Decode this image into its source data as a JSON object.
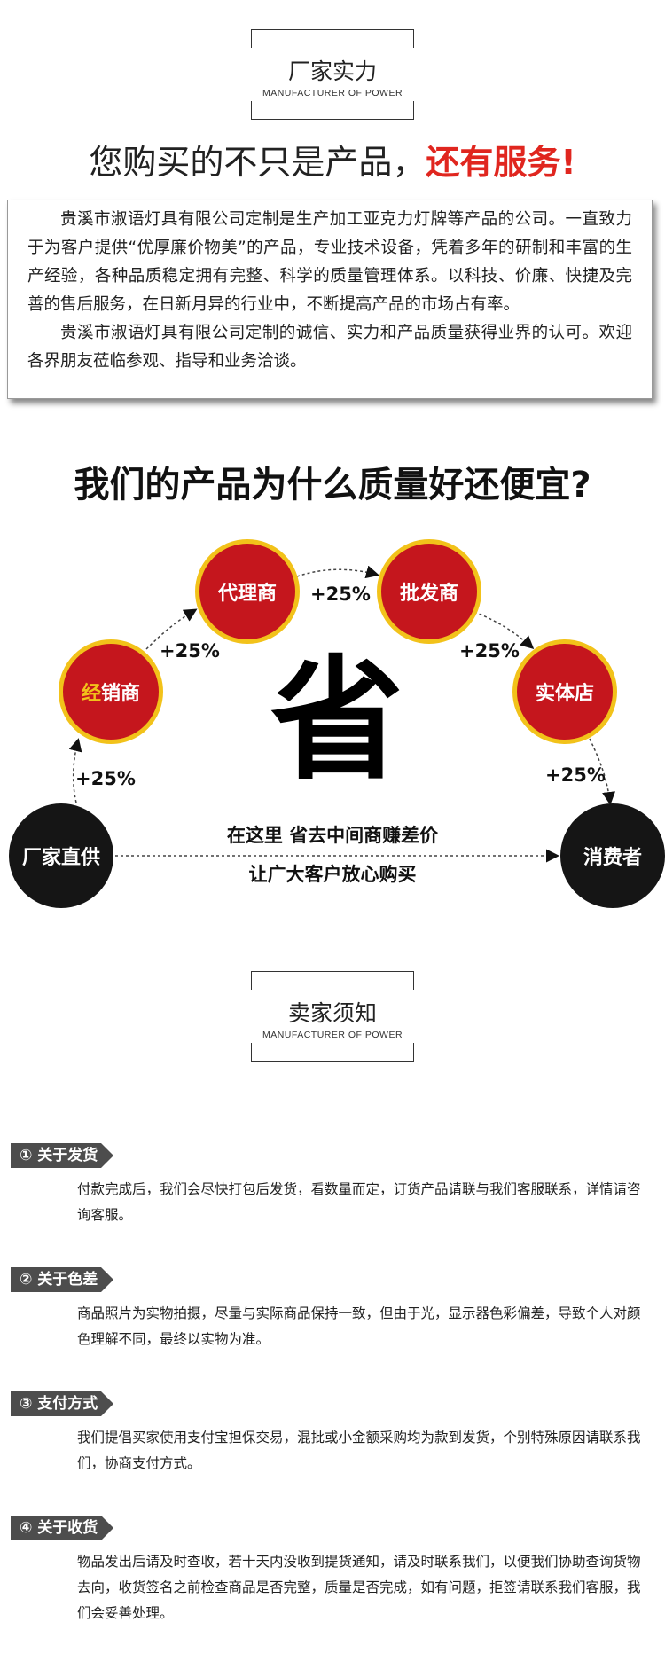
{
  "section1": {
    "title_zh": "厂家实力",
    "title_en": "MANUFACTURER OF POWER"
  },
  "tagline": {
    "main": "您购买的不只是产品，",
    "highlight": "还有服务!"
  },
  "intro": {
    "para1": "贵溪市淑语灯具有限公司定制是生产加工亚克力灯牌等产品的公司。一直致力于为客户提供“优厚廉价物美”的产品，专业技术设备，凭着多年的研制和丰富的生产经验，各种品质稳定拥有完整、科学的质量管理体系。以科技、价廉、快捷及完善的售后服务，在日新月异的行业中，不断提高产品的市场占有率。",
    "para2": "贵溪市淑语灯具有限公司定制的诚信、实力和产品质量获得业界的认可。欢迎各界朋友莅临参观、指导和业务洽谈。"
  },
  "diagram": {
    "title": "我们的产品为什么质量好还便宜?",
    "nodes": {
      "factory": "厂家直供",
      "dealer_red": "经",
      "dealer_rest": "销商",
      "agent": "代理商",
      "wholesaler": "批发商",
      "store": "实体店",
      "consumer": "消费者"
    },
    "markup": "+25%",
    "center_char": "省",
    "line1": "在这里 省去中间商赚差价",
    "line2": "让广大客户放心购买"
  },
  "section2": {
    "title_zh": "卖家须知",
    "title_en": "MANUFACTURER OF POWER"
  },
  "notices": [
    {
      "label": "① 关于发货",
      "text": "付款完成后，我们会尽快打包后发货，看数量而定，订货产品请联与我们客服联系，详情请咨询客服。"
    },
    {
      "label": "② 关于色差",
      "text": "商品照片为实物拍摄，尽量与实际商品保持一致，但由于光，显示器色彩偏差，导致个人对颜色理解不同，最终以实物为准。"
    },
    {
      "label": "③ 支付方式",
      "text": "我们提倡买家使用支付宝担保交易，混批或小金额采购均为款到发货，个别特殊原因请联系我们，协商支付方式。"
    },
    {
      "label": "④ 关于收货",
      "text": "物品发出后请及时查收，若十天内没收到提货通知，请及时联系我们，以便我们协助查询货物去向，收货签名之前检查商品是否完整，质量是否完成，如有问题，拒签请联系我们客服，我们会妥善处理。"
    }
  ],
  "colors": {
    "accent_red": "#e0261f",
    "node_red": "#c5161d",
    "node_ring": "#f2c21a",
    "tag_gray": "#4d4d4d"
  }
}
